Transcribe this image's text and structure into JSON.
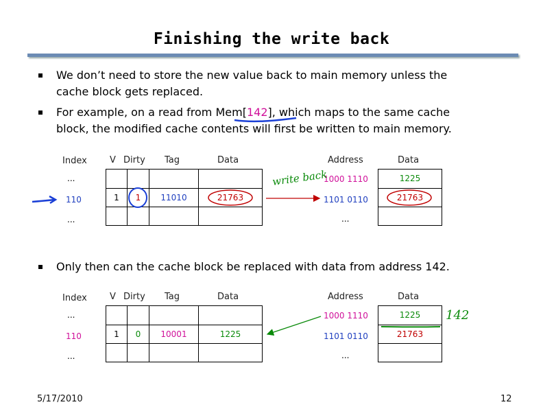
{
  "title": "Finishing the write back",
  "bullets": {
    "b1_line1": "We don’t need to store the new value back to main memory unless the",
    "b1_line2": "cache block gets replaced.",
    "b2_line1_a": "For example, on a read from Mem[",
    "b2_line1_b": "142",
    "b2_line1_c": "], which maps to the same cache",
    "b2_line2": "block, the modified cache contents will first be written to main memory.",
    "b3": "Only then can the cache block be replaced with data from address 142."
  },
  "table1": {
    "headers": {
      "index": "Index",
      "v": "V",
      "dirty": "Dirty",
      "tag": "Tag",
      "data": "Data",
      "address": "Address",
      "mem_data": "Data"
    },
    "index_rows": [
      "...",
      "110",
      "..."
    ],
    "row": {
      "v": "1",
      "dirty": "1",
      "tag": "11010",
      "data": "21763"
    },
    "memory": [
      {
        "address": "1000 1110",
        "data": "1225"
      },
      {
        "address": "1101 0110",
        "data": "21763"
      },
      {
        "address": "...",
        "data": ""
      }
    ]
  },
  "table2": {
    "headers": {
      "index": "Index",
      "v": "V",
      "dirty": "Dirty",
      "tag": "Tag",
      "data": "Data",
      "address": "Address",
      "mem_data": "Data"
    },
    "index_rows": [
      "...",
      "110",
      "..."
    ],
    "row": {
      "v": "1",
      "dirty": "0",
      "tag": "10001",
      "data": "1225"
    },
    "memory": [
      {
        "address": "1000 1110",
        "data": "1225"
      },
      {
        "address": "1101 0110",
        "data": "21763"
      },
      {
        "address": "...",
        "data": ""
      }
    ]
  },
  "annotations": {
    "write_back": "write back",
    "note_142": "142"
  },
  "footer": {
    "date": "5/17/2010",
    "page": "12"
  }
}
